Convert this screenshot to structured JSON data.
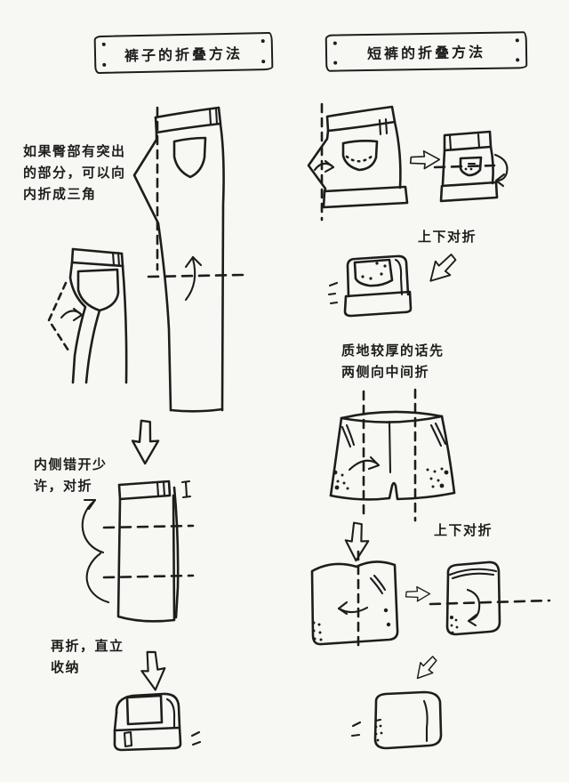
{
  "titles": {
    "pants": "裤子的折叠方法",
    "shorts": "短裤的折叠方法"
  },
  "pants_column": {
    "hip_note": {
      "line1": "如果臀部有突出",
      "line2": "的部分，可以向",
      "line3": "内折成三角"
    },
    "offset_note": {
      "line1": "内侧错开少",
      "line2": "许，对折"
    },
    "store_note": {
      "line1": "再折，直立",
      "line2": "收纳"
    }
  },
  "shorts_column": {
    "fold_note_top": "上下对折",
    "thick_note": {
      "line1": "质地较厚的话先",
      "line2": "两侧向中间折"
    },
    "fold_note_bottom": "上下对折"
  },
  "icons": {
    "down_arrow": "hollow-down-arrow",
    "right_arrow": "hollow-right-arrow",
    "down_left_arrow": "hollow-down-left-arrow",
    "fold_arrow": "curved-fold-arrow"
  },
  "colors": {
    "ink": "#1d1d1b",
    "paper": "#f7f7f4"
  }
}
